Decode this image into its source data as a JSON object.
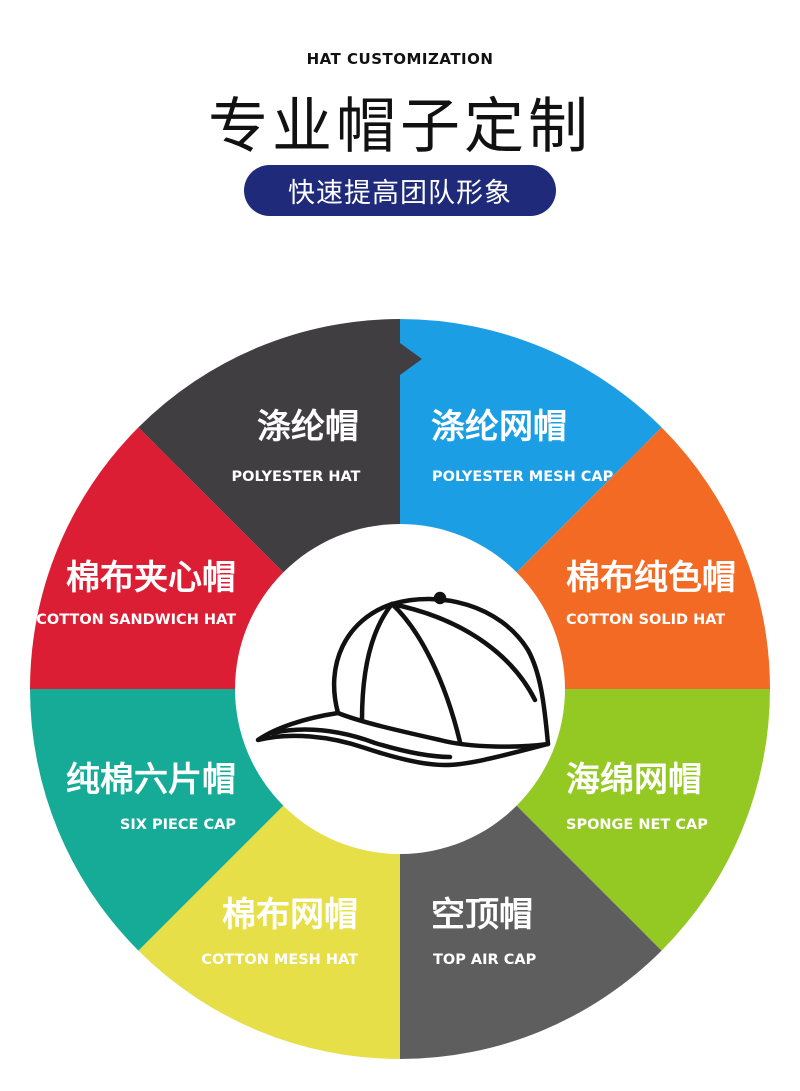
{
  "header": {
    "eyebrow": "HAT CUSTOMIZATION",
    "title": "专业帽子定制",
    "subtitle": "快速提高团队形象"
  },
  "segments": [
    {
      "cn": "涤纶帽",
      "en": "POLYESTER HAT",
      "color": "#1c9ee4"
    },
    {
      "cn": "涤纶网帽",
      "en": "POLYESTER MESH CAP",
      "color": "#f26a24"
    },
    {
      "cn": "棉布纯色帽",
      "en": "COTTON SOLID HAT",
      "color": "#94c923"
    },
    {
      "cn": "海绵网帽",
      "en": "SPONGE NET CAP",
      "color": "#5e5e5e"
    },
    {
      "cn": "空顶帽",
      "en": "TOP AIR CAP",
      "color": "#e6df48"
    },
    {
      "cn": "棉布网帽",
      "en": "COTTON MESH HAT",
      "color": "#15ab96"
    },
    {
      "cn": "纯棉六片帽",
      "en": "SIX PIECE CAP",
      "color": "#db1e34"
    },
    {
      "cn": "棉布夹心帽",
      "en": "COTTON SANDWICH HAT",
      "color": "#413e42"
    }
  ],
  "center_icon": "baseball-cap-icon"
}
